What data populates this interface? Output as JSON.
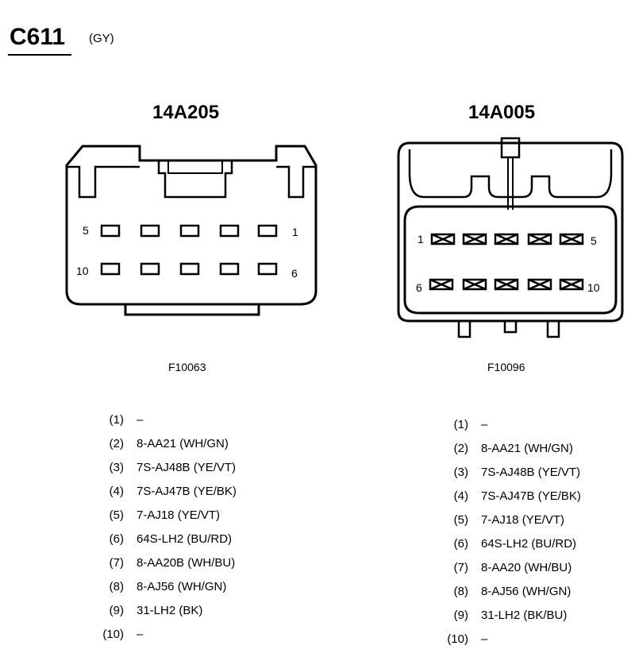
{
  "header": {
    "connector_id": "C611",
    "color_code": "(GY)"
  },
  "connectors": [
    {
      "part_number": "14A205",
      "figure_id": "F10063",
      "cavity_labels": {
        "top_left": "5",
        "top_right": "1",
        "bottom_left": "10",
        "bottom_right": "6"
      },
      "pins": [
        {
          "num": "(1)",
          "wire": "–"
        },
        {
          "num": "(2)",
          "wire": "8-AA21 (WH/GN)"
        },
        {
          "num": "(3)",
          "wire": "7S-AJ48B (YE/VT)"
        },
        {
          "num": "(4)",
          "wire": "7S-AJ47B (YE/BK)"
        },
        {
          "num": "(5)",
          "wire": "7-AJ18 (YE/VT)"
        },
        {
          "num": "(6)",
          "wire": "64S-LH2 (BU/RD)"
        },
        {
          "num": "(7)",
          "wire": "8-AA20B (WH/BU)"
        },
        {
          "num": "(8)",
          "wire": "8-AJ56 (WH/GN)"
        },
        {
          "num": "(9)",
          "wire": "31-LH2 (BK)"
        },
        {
          "num": "(10)",
          "wire": "–"
        }
      ]
    },
    {
      "part_number": "14A005",
      "figure_id": "F10096",
      "cavity_labels": {
        "top_left": "1",
        "top_right": "5",
        "bottom_left": "6",
        "bottom_right": "10"
      },
      "pins": [
        {
          "num": "(1)",
          "wire": "–"
        },
        {
          "num": "(2)",
          "wire": "8-AA21 (WH/GN)"
        },
        {
          "num": "(3)",
          "wire": "7S-AJ48B (YE/VT)"
        },
        {
          "num": "(4)",
          "wire": "7S-AJ47B (YE/BK)"
        },
        {
          "num": "(5)",
          "wire": "7-AJ18 (YE/VT)"
        },
        {
          "num": "(6)",
          "wire": "64S-LH2 (BU/RD)"
        },
        {
          "num": "(7)",
          "wire": "8-AA20 (WH/BU)"
        },
        {
          "num": "(8)",
          "wire": "8-AJ56 (WH/GN)"
        },
        {
          "num": "(9)",
          "wire": "31-LH2 (BK/BU)"
        },
        {
          "num": "(10)",
          "wire": "–"
        }
      ]
    }
  ]
}
